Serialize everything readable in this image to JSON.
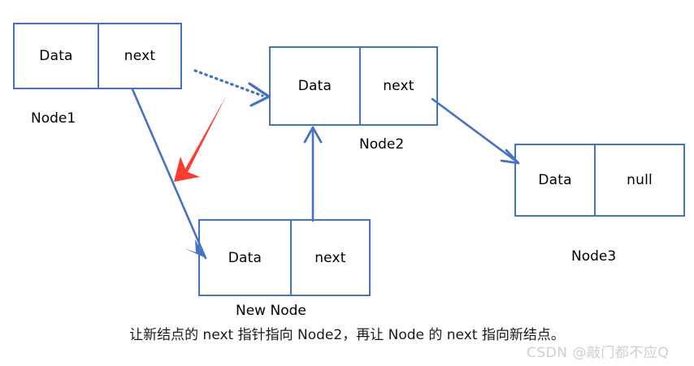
{
  "diagram": {
    "title_caption": "让新结点的 next 指针指向 Node2，再让 Node 的 next 指向新结点。",
    "watermark": "CSDN @敲门都不应Q",
    "colors": {
      "box_border": "#4472C4",
      "arrow_blue": "#4472C4",
      "arrow_red": "#FF3B30",
      "text": "#000000",
      "background": "#FFFFFF",
      "watermark": "#CFCFCF"
    },
    "nodes": [
      {
        "id": "node1",
        "label": "Node1",
        "data_cell": "Data",
        "next_cell": "next"
      },
      {
        "id": "node2",
        "label": "Node2",
        "data_cell": "Data",
        "next_cell": "next"
      },
      {
        "id": "node3",
        "label": "Node3",
        "data_cell": "Data",
        "next_cell": "null"
      },
      {
        "id": "new-node",
        "label": "New Node",
        "data_cell": "Data",
        "next_cell": "next"
      }
    ],
    "arrows": [
      {
        "id": "node1-to-new-node",
        "style": "solid",
        "color": "#4472C4",
        "from": "node1-next",
        "to": "new-node-left"
      },
      {
        "id": "node1-to-node2-old",
        "style": "dotted",
        "color": "#4472C4",
        "from": "node1-right",
        "to": "node2-left"
      },
      {
        "id": "break-link-marker",
        "style": "solid-thick",
        "color": "#FF3B30",
        "from": "near-node2-left",
        "to": "between-node1-and-new-node"
      },
      {
        "id": "new-node-to-node2",
        "style": "solid",
        "color": "#4472C4",
        "from": "new-node-next",
        "to": "node2-bottom"
      },
      {
        "id": "node2-to-node3",
        "style": "solid",
        "color": "#4472C4",
        "from": "node2-next",
        "to": "node3-left"
      }
    ]
  }
}
